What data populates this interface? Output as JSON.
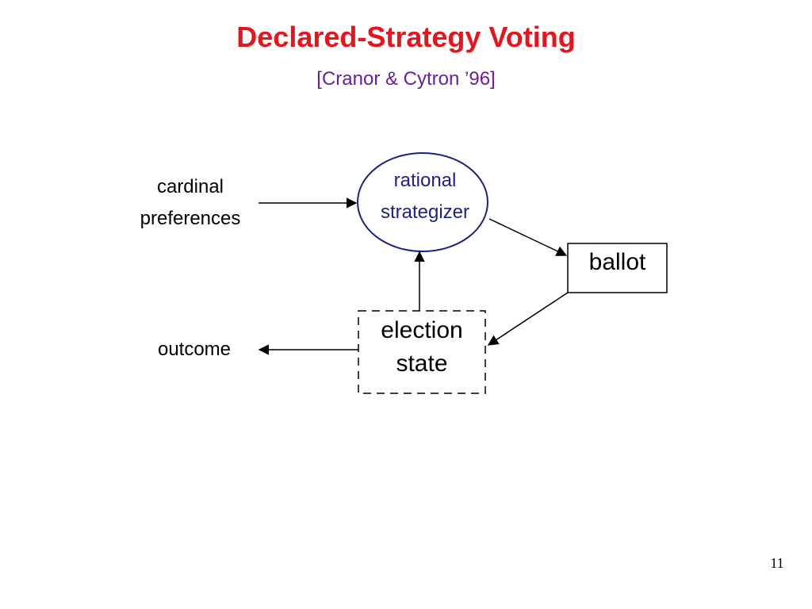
{
  "slide": {
    "title": "Declared-Strategy Voting",
    "subtitle": "[Cranor & Cytron ’96]",
    "page_number": "11"
  },
  "diagram": {
    "input_label_line1": "cardinal",
    "input_label_line2": "preferences",
    "output_label": "outcome",
    "nodes": {
      "rational_line1": "rational",
      "rational_line2": "strategizer",
      "ballot": "ballot",
      "election_line1": "election",
      "election_line2": "state"
    },
    "colors": {
      "title": "#e8141c",
      "subtitle": "#6a1ea0",
      "ellipse_border": "#1b1f8c",
      "ellipse_text": "#1b1f8c"
    }
  }
}
